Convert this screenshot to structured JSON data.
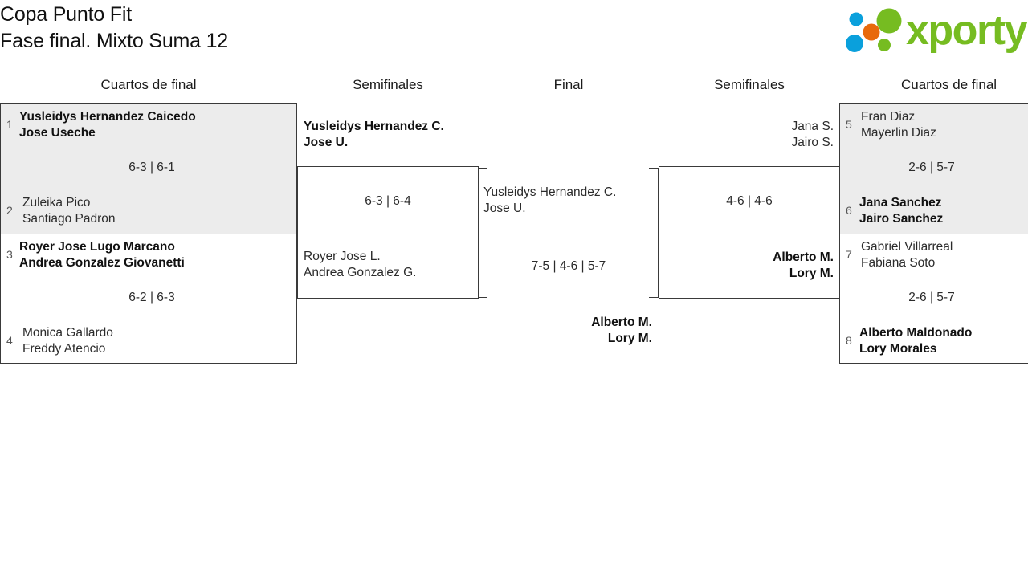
{
  "header": {
    "title_line1": "Copa Punto Fit",
    "title_line2": "Fase final. Mixto Suma 12",
    "logo_text": "xporty",
    "logo_colors": {
      "green": "#76bc21",
      "blue": "#0aa0dc",
      "orange": "#e8690b"
    }
  },
  "columns": [
    {
      "label": "Cuartos de final"
    },
    {
      "label": "Semifinales"
    },
    {
      "label": "Final"
    },
    {
      "label": "Semifinales"
    },
    {
      "label": "Cuartos de final"
    }
  ],
  "bracket": {
    "left_quarterfinals": [
      {
        "shaded": true,
        "score": "6-3 | 6-1",
        "top": {
          "seed": "1",
          "player1": "Yusleidys Hernandez Caicedo",
          "player2": "Jose Useche",
          "winner": true
        },
        "bottom": {
          "seed": "2",
          "player1": "Zuleika Pico",
          "player2": "Santiago Padron",
          "winner": false
        }
      },
      {
        "shaded": false,
        "score": "6-2 | 6-3",
        "top": {
          "seed": "3",
          "player1": "Royer Jose Lugo Marcano",
          "player2": "Andrea Gonzalez Giovanetti",
          "winner": true
        },
        "bottom": {
          "seed": "4",
          "player1": "Monica Gallardo",
          "player2": "Freddy Atencio",
          "winner": false
        }
      }
    ],
    "left_semifinal": {
      "score": "6-3 | 6-4",
      "top": {
        "player1": "Yusleidys Hernandez C.",
        "player2": "Jose U.",
        "winner": true
      },
      "bottom": {
        "player1": "Royer Jose L.",
        "player2": "Andrea Gonzalez G.",
        "winner": false
      }
    },
    "final": {
      "score": "7-5 | 4-6 | 5-7",
      "top": {
        "player1": "Yusleidys Hernandez C.",
        "player2": "Jose U.",
        "winner": false
      },
      "bottom": {
        "player1": "Alberto M.",
        "player2": "Lory M.",
        "winner": true
      }
    },
    "right_semifinal": {
      "score": "4-6 | 4-6",
      "top": {
        "player1": "Jana S.",
        "player2": "Jairo S.",
        "winner": false
      },
      "bottom": {
        "player1": "Alberto M.",
        "player2": "Lory M.",
        "winner": true
      }
    },
    "right_quarterfinals": [
      {
        "shaded": true,
        "score": "2-6 | 5-7",
        "top": {
          "seed": "5",
          "player1": "Fran Diaz",
          "player2": "Mayerlin Diaz",
          "winner": false
        },
        "bottom": {
          "seed": "6",
          "player1": "Jana Sanchez",
          "player2": "Jairo Sanchez",
          "winner": true
        }
      },
      {
        "shaded": false,
        "score": "2-6 | 5-7",
        "top": {
          "seed": "7",
          "player1": "Gabriel Villarreal",
          "player2": "Fabiana Soto",
          "winner": false
        },
        "bottom": {
          "seed": "8",
          "player1": "Alberto Maldonado",
          "player2": "Lory Morales",
          "winner": true
        }
      }
    ]
  }
}
